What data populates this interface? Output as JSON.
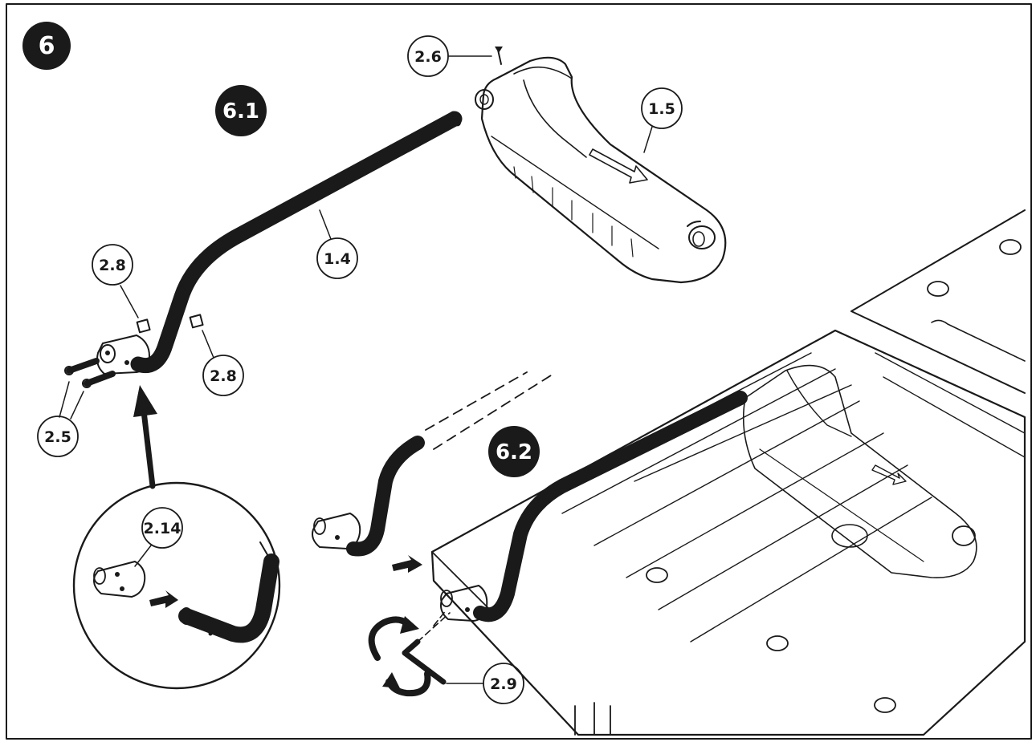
{
  "step": {
    "number": "6"
  },
  "substeps": [
    {
      "id": "6.1",
      "label": "6.1"
    },
    {
      "id": "6.2",
      "label": "6.2"
    }
  ],
  "callouts": [
    {
      "key": "c26",
      "label": "2.6"
    },
    {
      "key": "c15",
      "label": "1.5"
    },
    {
      "key": "c14",
      "label": "1.4"
    },
    {
      "key": "c28a",
      "label": "2.8"
    },
    {
      "key": "c28b",
      "label": "2.8"
    },
    {
      "key": "c25",
      "label": "2.5"
    },
    {
      "key": "c214",
      "label": "2.14"
    },
    {
      "key": "c29",
      "label": "2.9"
    }
  ],
  "colors": {
    "ink": "#1a1a1a",
    "paper": "#ffffff",
    "badge": "#1a1a1a"
  }
}
